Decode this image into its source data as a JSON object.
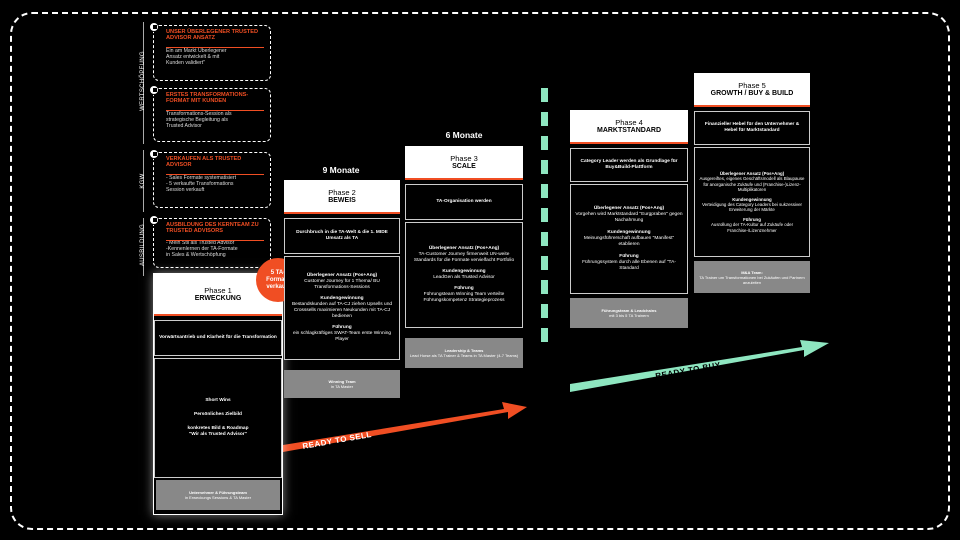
{
  "side_labels": {
    "wertschoepfung": "WERTSCHÖPFUNG",
    "kgw": "KGW",
    "ausbildung": "AUSBILDUNG"
  },
  "cards": [
    {
      "title": "UNSER ÜBERLEGENER TRUSTED ADVISOR ANSATZ",
      "desc": "Ein am Markt Überlegener\nAnsatz entwickelt & mit\nKunden validiert\""
    },
    {
      "title": "ERSTES TRANSFORMATIONS-FORMAT MIT KUNDEN",
      "desc": "Transformations-Session als\nstrategische Begleitung als\nTrusted Advisor"
    },
    {
      "title": "VERKAUFEN ALS TRUSTED ADVISOR",
      "desc": "- Sales Formate systematisiert\n- 5 verkaufte Transformations\n  Session verkauft"
    },
    {
      "title": "AUSBILDUNG DES KERNTEAM ZU TRUSTED ADVISORS",
      "desc": "- Mein Stil als Trusted Advisor\n-Kennenlernen der TA-Formate\n  in Sales & Wertschöpfung"
    }
  ],
  "badge": "5 TA-\nFormate\nverkauft",
  "durations": {
    "p2": "9 Monate",
    "p3": "6 Monate"
  },
  "phases": {
    "p1": {
      "num": "Phase 1",
      "name": "ERWECKUNG",
      "box1": "Vorwärtsantrieb und Klarheit für die Transformation",
      "box2": [
        "Short Wins",
        "Persönliches Zielbild",
        "konkretes Bild & Roadmap",
        "\"Wir als Trusted Advisor\""
      ],
      "grey": [
        "Unternehmer & Führungsteam",
        "in Erweckungs Sessions & TA Master"
      ]
    },
    "p2": {
      "num": "Phase 2",
      "name": "BEWEIS",
      "box1": "Durchbruch in die TA-Welt & die 1. MIDE Umsatz als TA",
      "box2": [
        {
          "h": "Überlegener Ansatz (Pos+Ang)",
          "t": "Customer Journey für 1 Thema/ BU Transformations-Sessions"
        },
        {
          "h": "Kundengewinnung",
          "t": "Bestandskunden auf TA-CJ ziehen Upsells und Crosssells maximieren Neukunden mit TA-CJ bedienen"
        },
        {
          "h": "Führung",
          "t": "ein schlagkräftiges SWAT-Team erste Winning Player"
        }
      ],
      "grey": [
        "Winning Team",
        "in TA Master"
      ]
    },
    "p3": {
      "num": "Phase 3",
      "name": "SCALE",
      "box1": "TA-Organisation werden",
      "box2": [
        {
          "h": "Überlegener Ansatz (Pos+Ang)",
          "t": "TA-Customer Journey firmenweit UN-weite Standards für die Formate vervielfacht Portfolio"
        },
        {
          "h": "Kundengewinnung",
          "t": "LeadGen als Trusted Advisor"
        },
        {
          "h": "Führung",
          "t": "Führungsteam Winning Team verteilte Führungskompetenz Strategieprozess"
        }
      ],
      "grey": [
        "Leadership & Teams",
        "Lead Horse als TA Trainer & Teams in TA Master (4-7 Teams)"
      ]
    },
    "p4": {
      "num": "Phase 4",
      "name": "MARKTSTANDARD",
      "box1": "Category Leader werden als Grundlage für Buy&Build-Plattform",
      "box2": [
        {
          "h": "Überlegener Ansatz (Pos+Ang)",
          "t": "Vorgehen wird Marktstandard \"Eurgpraben\" gegen Nachahmung"
        },
        {
          "h": "Kundengewinnung",
          "t": "Meinungsführerschaft aufbauen \"Manifest\" etablieren"
        },
        {
          "h": "Führung",
          "t": "Führungssystem durch alle Ebenen auf \"TA-Standard"
        }
      ],
      "grey": [
        "Führungsteam & Leadchains",
        "mit 3 bis 5 TA Trainern"
      ]
    },
    "p5": {
      "num": "Phase 5",
      "name": "GROWTH / BUY & BUILD",
      "box1": "Finanzieller Hebel für den Unternehmer & Hebel für Marktstandard",
      "box2": [
        {
          "h": "Überlegener Ansatz (Pos+Ang)",
          "t": "Ausgereiftes, eigenes Geschäftsmodell als Blaupause für anorganische Zukäufe und (Franchise-)Lizenz-Multiplikatoren"
        },
        {
          "h": "Kundengewinnung",
          "t": "Verteidigung des Category Leaders bei sukzessiver Erweiterung der Märkte"
        },
        {
          "h": "Führung",
          "t": "Ausrollung der TA-Kultur auf Zukäufe oder Franchise-/Lizenznehmer"
        }
      ],
      "grey": [
        "M&A Team:",
        "TA Trainer um Transformationen bei Zukäufen und Partnern anzuleiten"
      ]
    }
  },
  "arrows": {
    "sell": "READY TO SELL",
    "buy": "READY TO BUY"
  },
  "colors": {
    "accent": "#f04e23",
    "mint": "#8ee6c0",
    "grey": "#888888"
  }
}
